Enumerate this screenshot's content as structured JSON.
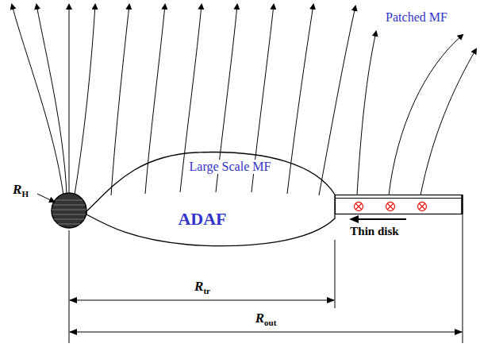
{
  "diagram": {
    "nodes": [
      {
        "text": [
          "ADAF"
        ]
      },
      {
        "text": [
          "Thin disk"
        ]
      }
    ],
    "labels": [
      "Large Scale MF",
      "Patched MF",
      "RH",
      "Rtr",
      "Rout"
    ]
  }
}
